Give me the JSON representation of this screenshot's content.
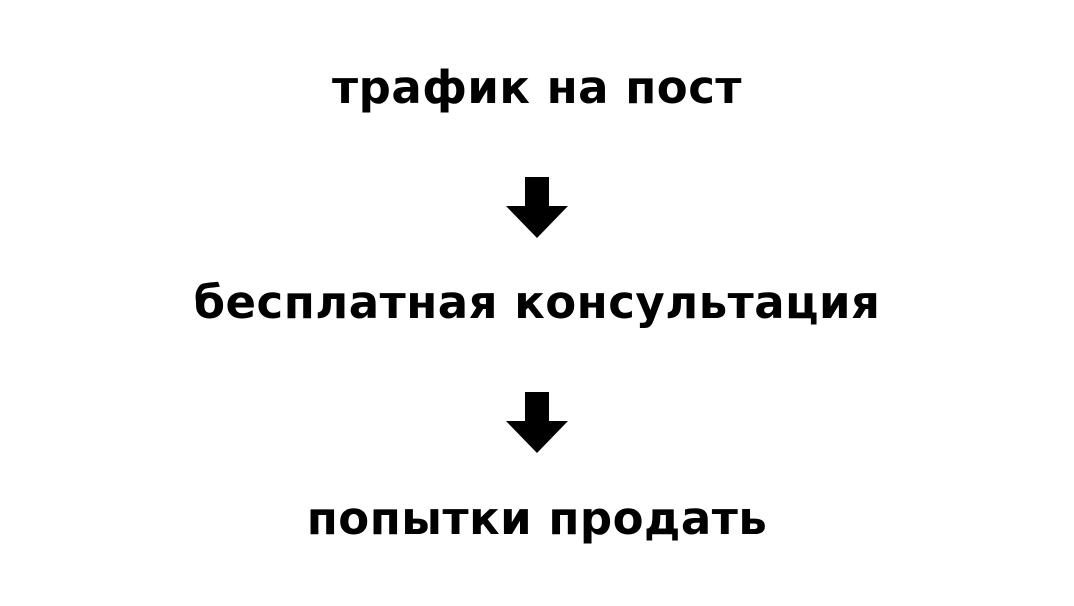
{
  "flow": {
    "steps": [
      {
        "label": "трафик на пост"
      },
      {
        "label": "бесплатная консультация"
      },
      {
        "label": "попытки продать"
      }
    ],
    "connectors": [
      {
        "icon": "arrow-down-icon"
      },
      {
        "icon": "arrow-down-icon"
      }
    ]
  },
  "colors": {
    "background": "#ffffff",
    "text": "#000000",
    "arrow": "#000000"
  }
}
